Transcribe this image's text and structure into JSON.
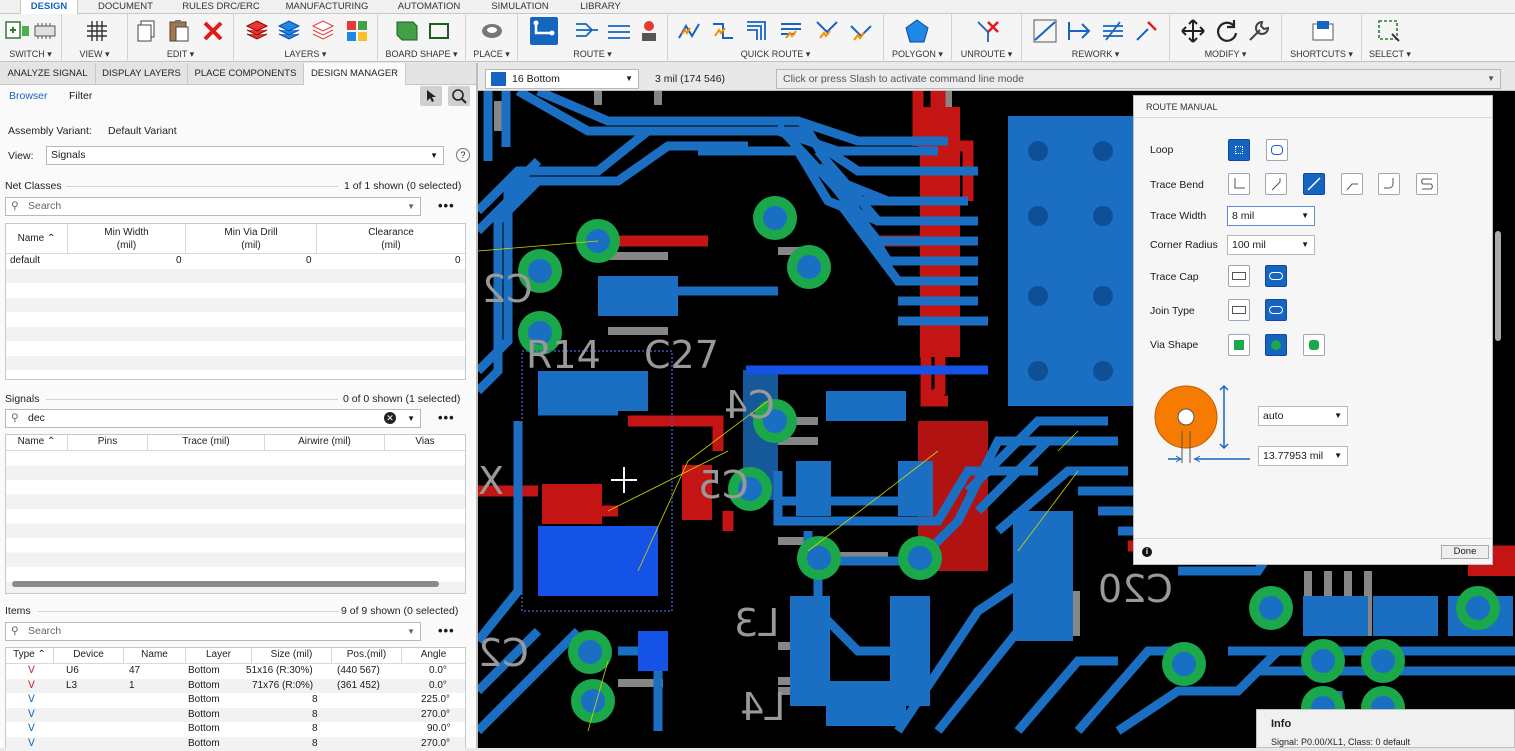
{
  "ribbon_tabs": [
    "DESIGN",
    "DOCUMENT",
    "RULES DRC/ERC",
    "MANUFACTURING",
    "AUTOMATION",
    "SIMULATION",
    "LIBRARY"
  ],
  "ribbon_groups": [
    {
      "label": "SWITCH"
    },
    {
      "label": "VIEW"
    },
    {
      "label": "EDIT"
    },
    {
      "label": "LAYERS"
    },
    {
      "label": "BOARD SHAPE"
    },
    {
      "label": "PLACE"
    },
    {
      "label": "ROUTE"
    },
    {
      "label": "QUICK ROUTE"
    },
    {
      "label": "POLYGON"
    },
    {
      "label": "UNROUTE"
    },
    {
      "label": "REWORK"
    },
    {
      "label": "MODIFY"
    },
    {
      "label": "SHORTCUTS"
    },
    {
      "label": "SELECT"
    }
  ],
  "left_tabs": [
    "ANALYZE SIGNAL",
    "DISPLAY LAYERS",
    "PLACE COMPONENTS",
    "DESIGN MANAGER"
  ],
  "sub_tabs": [
    "Browser",
    "Filter"
  ],
  "assembly": {
    "label": "Assembly Variant:",
    "value": "Default Variant"
  },
  "view": {
    "label": "View:",
    "value": "Signals",
    "help": "?"
  },
  "net_classes": {
    "title": "Net Classes",
    "count": "1 of 1 shown (0 selected)",
    "search_placeholder": "Search",
    "more": "•••",
    "columns": [
      "Name",
      "Min Width\n(mil)",
      "Min Via Drill\n(mil)",
      "Clearance\n(mil)"
    ],
    "rows": [
      [
        "default",
        "0",
        "0",
        "0"
      ]
    ]
  },
  "signals": {
    "title": "Signals",
    "count": "0 of 0 shown (1 selected)",
    "search_value": "dec",
    "more": "•••",
    "columns": [
      "Name",
      "Pins",
      "Trace (mil)",
      "Airwire (mil)",
      "Vias"
    ]
  },
  "items": {
    "title": "Items",
    "count": "9 of 9 shown (0 selected)",
    "search_placeholder": "Search",
    "more": "•••",
    "columns": [
      "Type",
      "Device",
      "Name",
      "Layer",
      "Size (mil)",
      "Pos.(mil)",
      "Angle"
    ],
    "rows": [
      [
        "",
        "U6",
        "47",
        "Bottom",
        "51x16 (R:30%)",
        "(440 567)",
        "0.0°"
      ],
      [
        "",
        "L3",
        "1",
        "Bottom",
        "71x76 (R:0%)",
        "(361 452)",
        "0.0°"
      ],
      [
        "",
        "",
        "",
        "Bottom",
        "8",
        "",
        "225.0°"
      ],
      [
        "",
        "",
        "",
        "Bottom",
        "8",
        "",
        "270.0°"
      ],
      [
        "",
        "",
        "",
        "Bottom",
        "8",
        "",
        "90.0°"
      ],
      [
        "",
        "",
        "",
        "Bottom",
        "8",
        "",
        "270.0°"
      ]
    ]
  },
  "layer_select": {
    "value": "16 Bottom",
    "color": "#1565c0"
  },
  "coords": "3 mil (174 546)",
  "command_placeholder": "Click or press Slash to activate command line mode",
  "route_manual": {
    "title": "ROUTE MANUAL",
    "loop": "Loop",
    "trace_bend": "Trace Bend",
    "trace_width": {
      "label": "Trace Width",
      "value": "8 mil"
    },
    "corner_radius": {
      "label": "Corner Radius",
      "value": "100 mil"
    },
    "trace_cap": "Trace Cap",
    "join_type": "Join Type",
    "via_shape": "Via Shape",
    "via_diameter": "auto",
    "via_drill": "13.77953 mil",
    "done": "Done",
    "info_icon": "i"
  },
  "info_popup": {
    "title": "Info",
    "text": "Signal: P0.00/XL1, Class: 0 default"
  },
  "board_labels": [
    "C2",
    "R14",
    "C27",
    "C4",
    "X",
    "C5",
    "L3",
    "C20",
    "C2",
    "L4"
  ],
  "colors": {
    "accent": "#1565c0",
    "top_layer": "#c41414",
    "bottom_layer": "#1a6fc2",
    "via": "#1ba84a",
    "pad": "#9e9e9e",
    "background": "#000000"
  }
}
